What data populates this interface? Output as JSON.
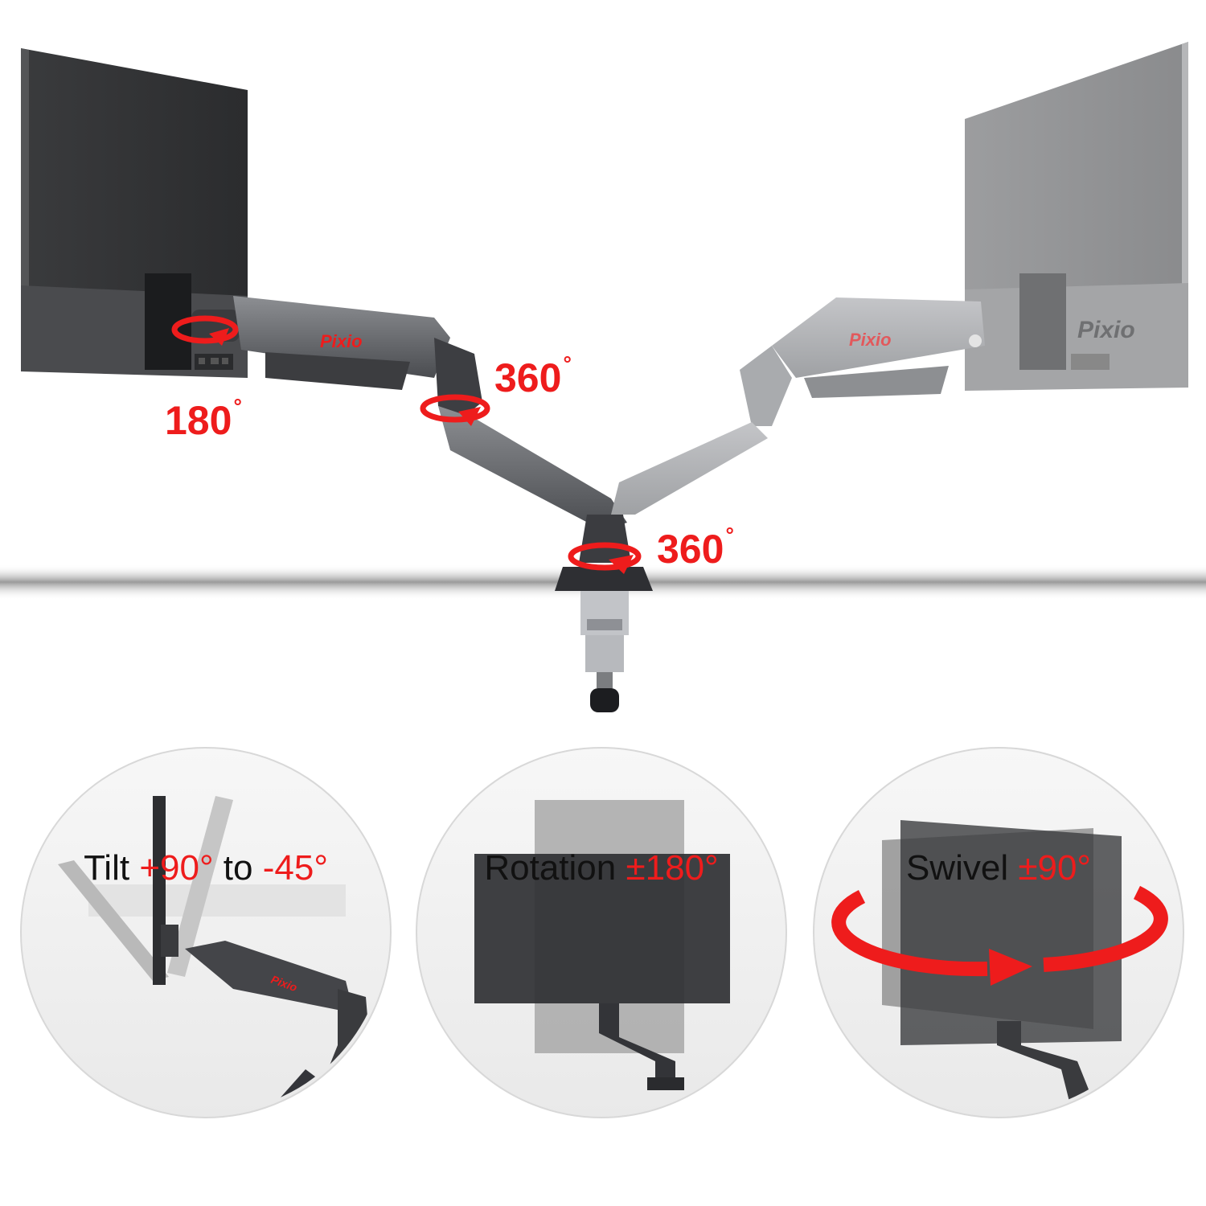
{
  "brand": {
    "name": "Pixio",
    "accent_color": "#ee1c1c",
    "text_color": "#111111"
  },
  "rotation_labels": {
    "monitor_joint": {
      "value": "180",
      "unit": "°"
    },
    "elbow_joint": {
      "value": "360",
      "unit": "°"
    },
    "base_joint": {
      "value": "360",
      "unit": "°"
    }
  },
  "features": [
    {
      "name": "Tilt",
      "range_a": "+90°",
      "connector": "to",
      "range_b": "-45°"
    },
    {
      "name": "Rotation",
      "range": "±180°"
    },
    {
      "name": "Swivel",
      "range": "±90°"
    }
  ],
  "icons": [
    "rotation-arrow-icon",
    "swivel-arrow-icon"
  ]
}
